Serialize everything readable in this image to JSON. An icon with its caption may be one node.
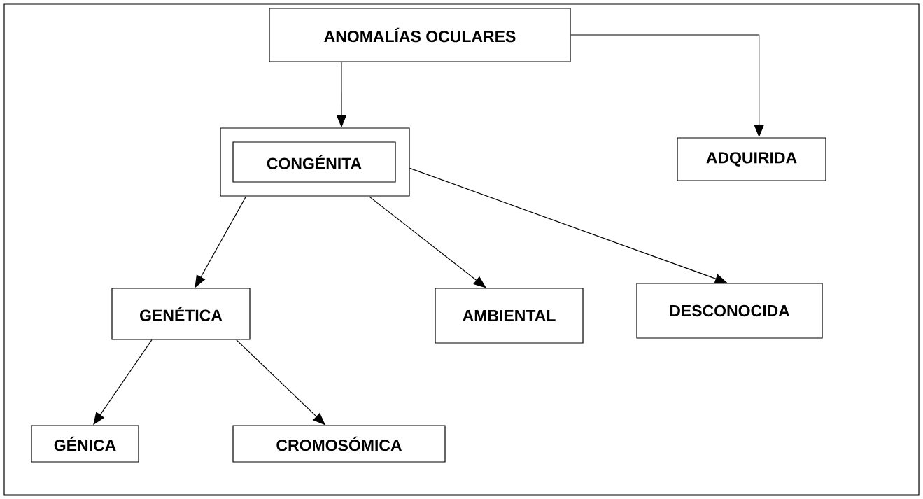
{
  "diagram": {
    "nodes": [
      {
        "text": [
          "ANOMALÍAS OCULARES"
        ]
      },
      {
        "text": [],
        "shape": "box"
      },
      {
        "text": [
          "CONGÉNITA"
        ],
        "in": 1
      },
      {
        "text": [
          "ADQUIRIDA"
        ]
      },
      {
        "text": [
          "GENÉTICA"
        ]
      },
      {
        "text": [
          "AMBIENTAL"
        ]
      },
      {
        "text": [
          "DESCONOCIDA"
        ]
      },
      {
        "text": [
          "GÉNICA"
        ]
      },
      {
        "text": [
          "CROMOSÓMICA"
        ]
      }
    ],
    "edges": [
      {
        "from": 0,
        "to": 1,
        "arrow": "to"
      },
      {
        "from": 0,
        "to": 3,
        "arrow": "to"
      },
      {
        "from": 1,
        "to": 4,
        "arrow": "to"
      },
      {
        "from": 1,
        "to": 5,
        "arrow": "to"
      },
      {
        "from": 1,
        "to": 6,
        "arrow": "to"
      },
      {
        "from": 4,
        "to": 7,
        "arrow": "to"
      },
      {
        "from": 4,
        "to": 8,
        "arrow": "to"
      }
    ]
  }
}
